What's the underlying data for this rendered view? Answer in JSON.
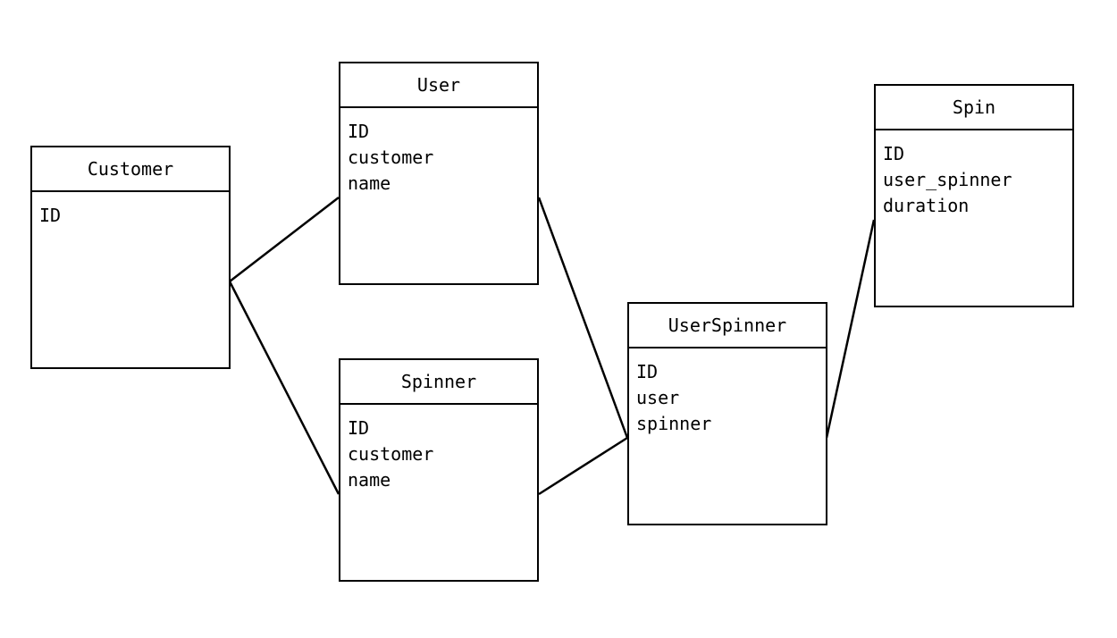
{
  "diagram": {
    "entities": {
      "customer": {
        "title": "Customer",
        "fields": [
          "ID"
        ]
      },
      "user": {
        "title": "User",
        "fields": [
          "ID",
          "customer",
          "name"
        ]
      },
      "spinner": {
        "title": "Spinner",
        "fields": [
          "ID",
          "customer",
          "name"
        ]
      },
      "userspinner": {
        "title": "UserSpinner",
        "fields": [
          "ID",
          "user",
          "spinner"
        ]
      },
      "spin": {
        "title": "Spin",
        "fields": [
          "ID",
          "user_spinner",
          "duration"
        ]
      }
    },
    "relationships": [
      {
        "from": "Customer",
        "to": "User"
      },
      {
        "from": "Customer",
        "to": "Spinner"
      },
      {
        "from": "User",
        "to": "UserSpinner"
      },
      {
        "from": "Spinner",
        "to": "UserSpinner"
      },
      {
        "from": "UserSpinner",
        "to": "Spin"
      }
    ],
    "colors": {
      "stroke": "#000000",
      "background": "#ffffff"
    }
  }
}
